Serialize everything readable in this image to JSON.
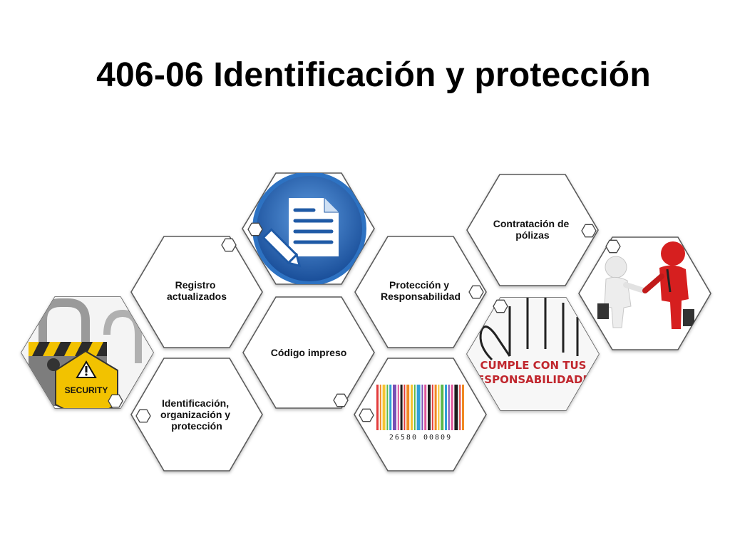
{
  "title": "406-06 Identificación y protección",
  "hexagons": {
    "registro": {
      "label_lines": [
        "Registro",
        "actualizados"
      ]
    },
    "codigo": {
      "label_lines": [
        "Código impreso"
      ]
    },
    "identificacion": {
      "label_lines": [
        "Identificación,",
        "organización y",
        "protección"
      ]
    },
    "proteccion": {
      "label_lines": [
        "Protección y",
        "Responsabilidad"
      ]
    },
    "contratacion": {
      "label_lines": [
        "Contratación de",
        "pólizas"
      ]
    }
  },
  "images": {
    "security": {
      "icon": "padlock-security-icon",
      "badge_text": "SECURITY"
    },
    "document": {
      "icon": "document-pencil-icon"
    },
    "barcode": {
      "icon": "barcode-icon",
      "digits": "26580 00809"
    },
    "responsibility": {
      "icon": "hand-note-icon",
      "lines": [
        "CUMPLE CON TUS",
        "RESPONSABILIDADES"
      ]
    },
    "handshake": {
      "icon": "handshake-icon"
    }
  },
  "colors": {
    "hex_stroke": "#5a5a5a",
    "doc_blue": "#1f5aa6",
    "note_red": "#c0262d",
    "person_red": "#d61f1f",
    "security_yellow": "#f2c200"
  }
}
